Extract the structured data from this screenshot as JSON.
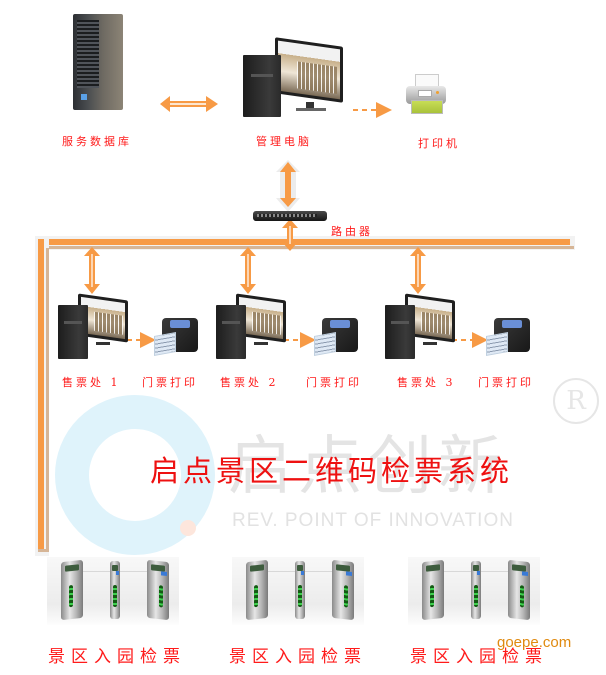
{
  "diagram": {
    "title": "启点景区二维码检票系统",
    "top_nodes": {
      "database_server": "服务数据库",
      "management_pc": "管理电脑",
      "printer": "打印机"
    },
    "router": "路由器",
    "ticket_offices": [
      {
        "label": "售票处 1",
        "printer_label": "门票打印"
      },
      {
        "label": "售票处 2",
        "printer_label": "门票打印"
      },
      {
        "label": "售票处 3",
        "printer_label": "门票打印"
      }
    ],
    "gates": [
      {
        "label": "景区入园检票"
      },
      {
        "label": "景区入园检票"
      },
      {
        "label": "景区入园检票"
      }
    ],
    "connections": [
      {
        "from": "服务数据库",
        "to": "管理电脑",
        "style": "bidirectional-solid"
      },
      {
        "from": "管理电脑",
        "to": "打印机",
        "style": "dashed-directed"
      },
      {
        "from": "管理电脑",
        "to": "路由器",
        "style": "bidirectional-solid"
      },
      {
        "from": "路由器",
        "to": "bus",
        "style": "bidirectional-solid"
      },
      {
        "from": "bus",
        "to": "售票处 1",
        "style": "bidirectional-solid"
      },
      {
        "from": "bus",
        "to": "售票处 2",
        "style": "bidirectional-solid"
      },
      {
        "from": "bus",
        "to": "售票处 3",
        "style": "bidirectional-solid"
      },
      {
        "from": "售票处 1",
        "to": "门票打印",
        "style": "dashed-directed"
      },
      {
        "from": "售票处 2",
        "to": "门票打印",
        "style": "dashed-directed"
      },
      {
        "from": "售票处 3",
        "to": "门票打印",
        "style": "dashed-directed"
      },
      {
        "from": "bus",
        "to": "景区入园检票",
        "style": "line"
      }
    ],
    "colors": {
      "connector": "#f79a45",
      "label": "#ff1a1a",
      "watermark_text": "#e4e4e4",
      "watermark_logo": "#dff3fb",
      "site_mark": "#e08a10"
    }
  },
  "watermark": {
    "brand_cn": "启点创新",
    "brand_en": "REV. POINT OF INNOVATION",
    "registered_mark": "R"
  },
  "site_mark": "goepe.com"
}
